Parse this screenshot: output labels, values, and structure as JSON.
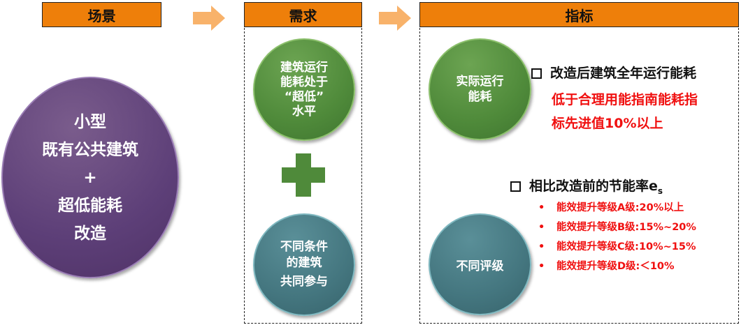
{
  "headers": {
    "scene": "场景",
    "demand": "需求",
    "indicator": "指标"
  },
  "scene_circle": {
    "line1": "小型",
    "line2": "既有公共建筑",
    "plus": "+",
    "line3": "超低能耗",
    "line4": "改造"
  },
  "demand": {
    "circle1": {
      "line1": "建筑运行",
      "line2": "能耗处于",
      "line3": "“超低”",
      "line4": "水平"
    },
    "circle2": {
      "line1": "不同条件",
      "line2": "的建筑",
      "line3": "共同参与"
    }
  },
  "indicator": {
    "circle1": {
      "line1": "实际运行",
      "line2": "能耗"
    },
    "circle2": {
      "line1": "不同评级"
    },
    "item1": {
      "title": "改造后建筑全年运行能耗",
      "red_line1": "低于合理用能指南能耗指",
      "red_line2": "标先进值10%以上"
    },
    "item2": {
      "title": "相比改造前的节能率e",
      "subscript": "s",
      "bullets": [
        "能效提升等级A级:20%以上",
        "能效提升等级B级:15%~20%",
        "能效提升等级C级:10%~15%",
        "能效提升等级D级:＜10%"
      ]
    }
  },
  "colors": {
    "header": "#ee7f0a",
    "arrow": "#f8b26a",
    "purple": "#5d3f78",
    "green": "#4f8a3a",
    "teal": "#44767f",
    "red": "#f01010"
  }
}
